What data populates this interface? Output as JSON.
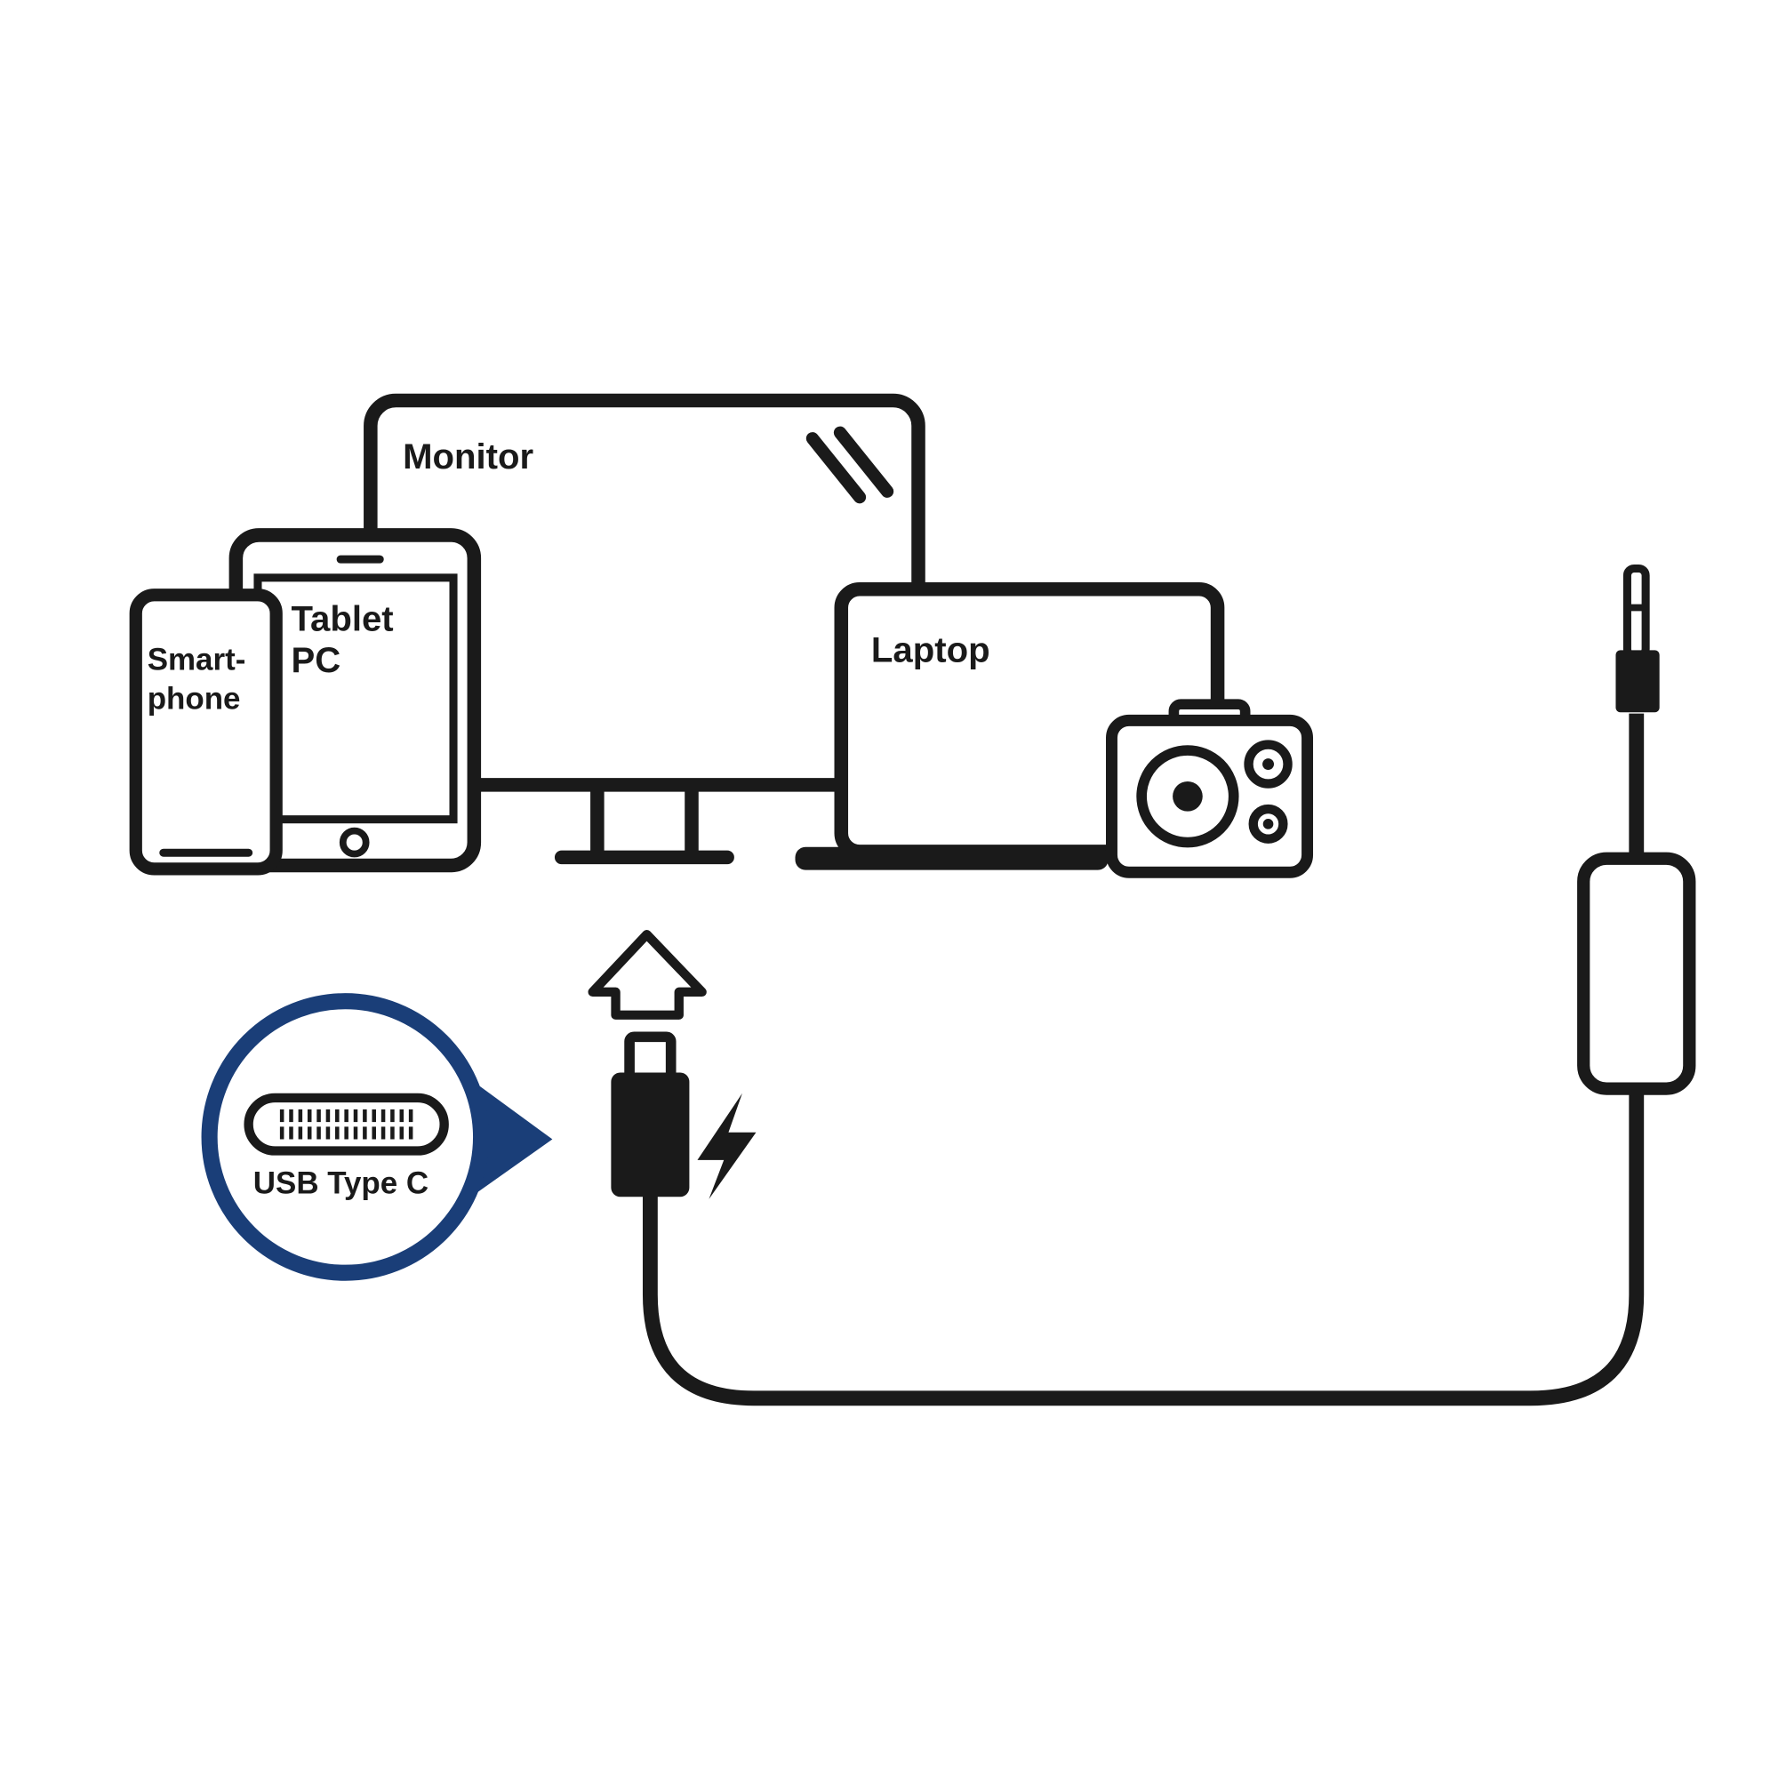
{
  "diagram": {
    "title": "USB Type C charging cable compatibility diagram",
    "labels": {
      "monitor": "Monitor",
      "tablet_line1": "Tablet",
      "tablet_line2": "PC",
      "smartphone_line1": "Smart-",
      "smartphone_line2": "phone",
      "laptop": "Laptop",
      "usb_type_c": "USB Type C"
    },
    "colors": {
      "line": "#1a1a1a",
      "accent_blue": "#1a3e78",
      "background": "#ffffff"
    }
  }
}
